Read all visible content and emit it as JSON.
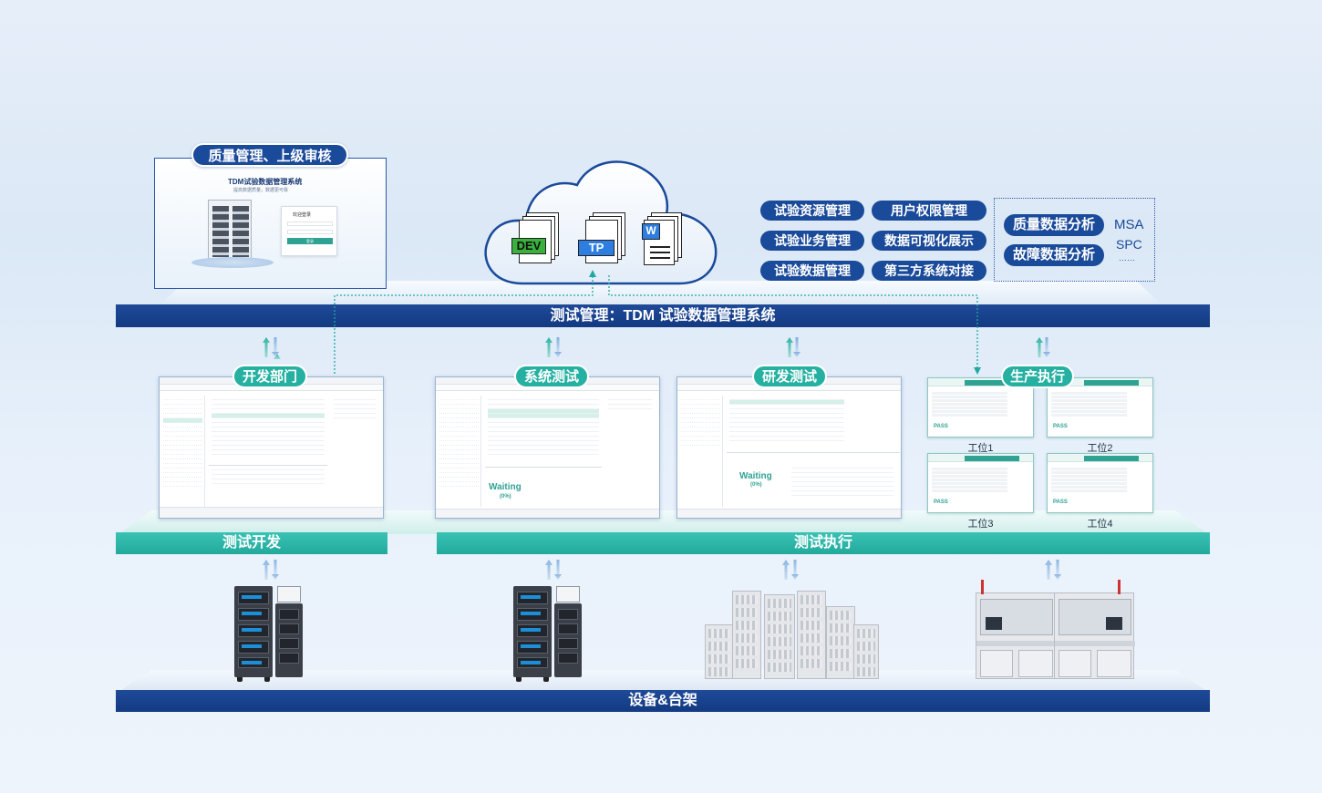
{
  "top": {
    "quality_tag": "质量管理、上级审核",
    "login_window": {
      "title": "TDM试验数据管理系统",
      "subtitle": "提高数据质量，数据更可靠",
      "welcome": "欢迎登录",
      "login_button": "登录"
    },
    "cloud": {
      "docs": [
        "DEV",
        "TP",
        "W"
      ]
    },
    "features": [
      "试验资源管理",
      "用户权限管理",
      "试验业务管理",
      "数据可视化展示",
      "试验数据管理",
      "第三方系统对接"
    ],
    "analysis": [
      "质量数据分析",
      "故障数据分析"
    ],
    "analysis_extra": [
      "MSA",
      "SPC",
      "……"
    ],
    "bar_label": "测试管理：TDM 试验数据管理系统"
  },
  "middle": {
    "tags": [
      "开发部门",
      "系统测试",
      "研发测试",
      "生产执行"
    ],
    "waiting_text": "Waiting",
    "waiting_pct": "(0%)",
    "stations": [
      "工位1",
      "工位2",
      "工位3",
      "工位4"
    ],
    "pass_text": "PASS",
    "left_bar": "测试开发",
    "right_bar": "测试执行"
  },
  "bottom": {
    "bar_label": "设备&台架"
  },
  "colors": {
    "navy": "#1a4a9a",
    "teal": "#26b0a2",
    "background": "#e6eef9"
  }
}
